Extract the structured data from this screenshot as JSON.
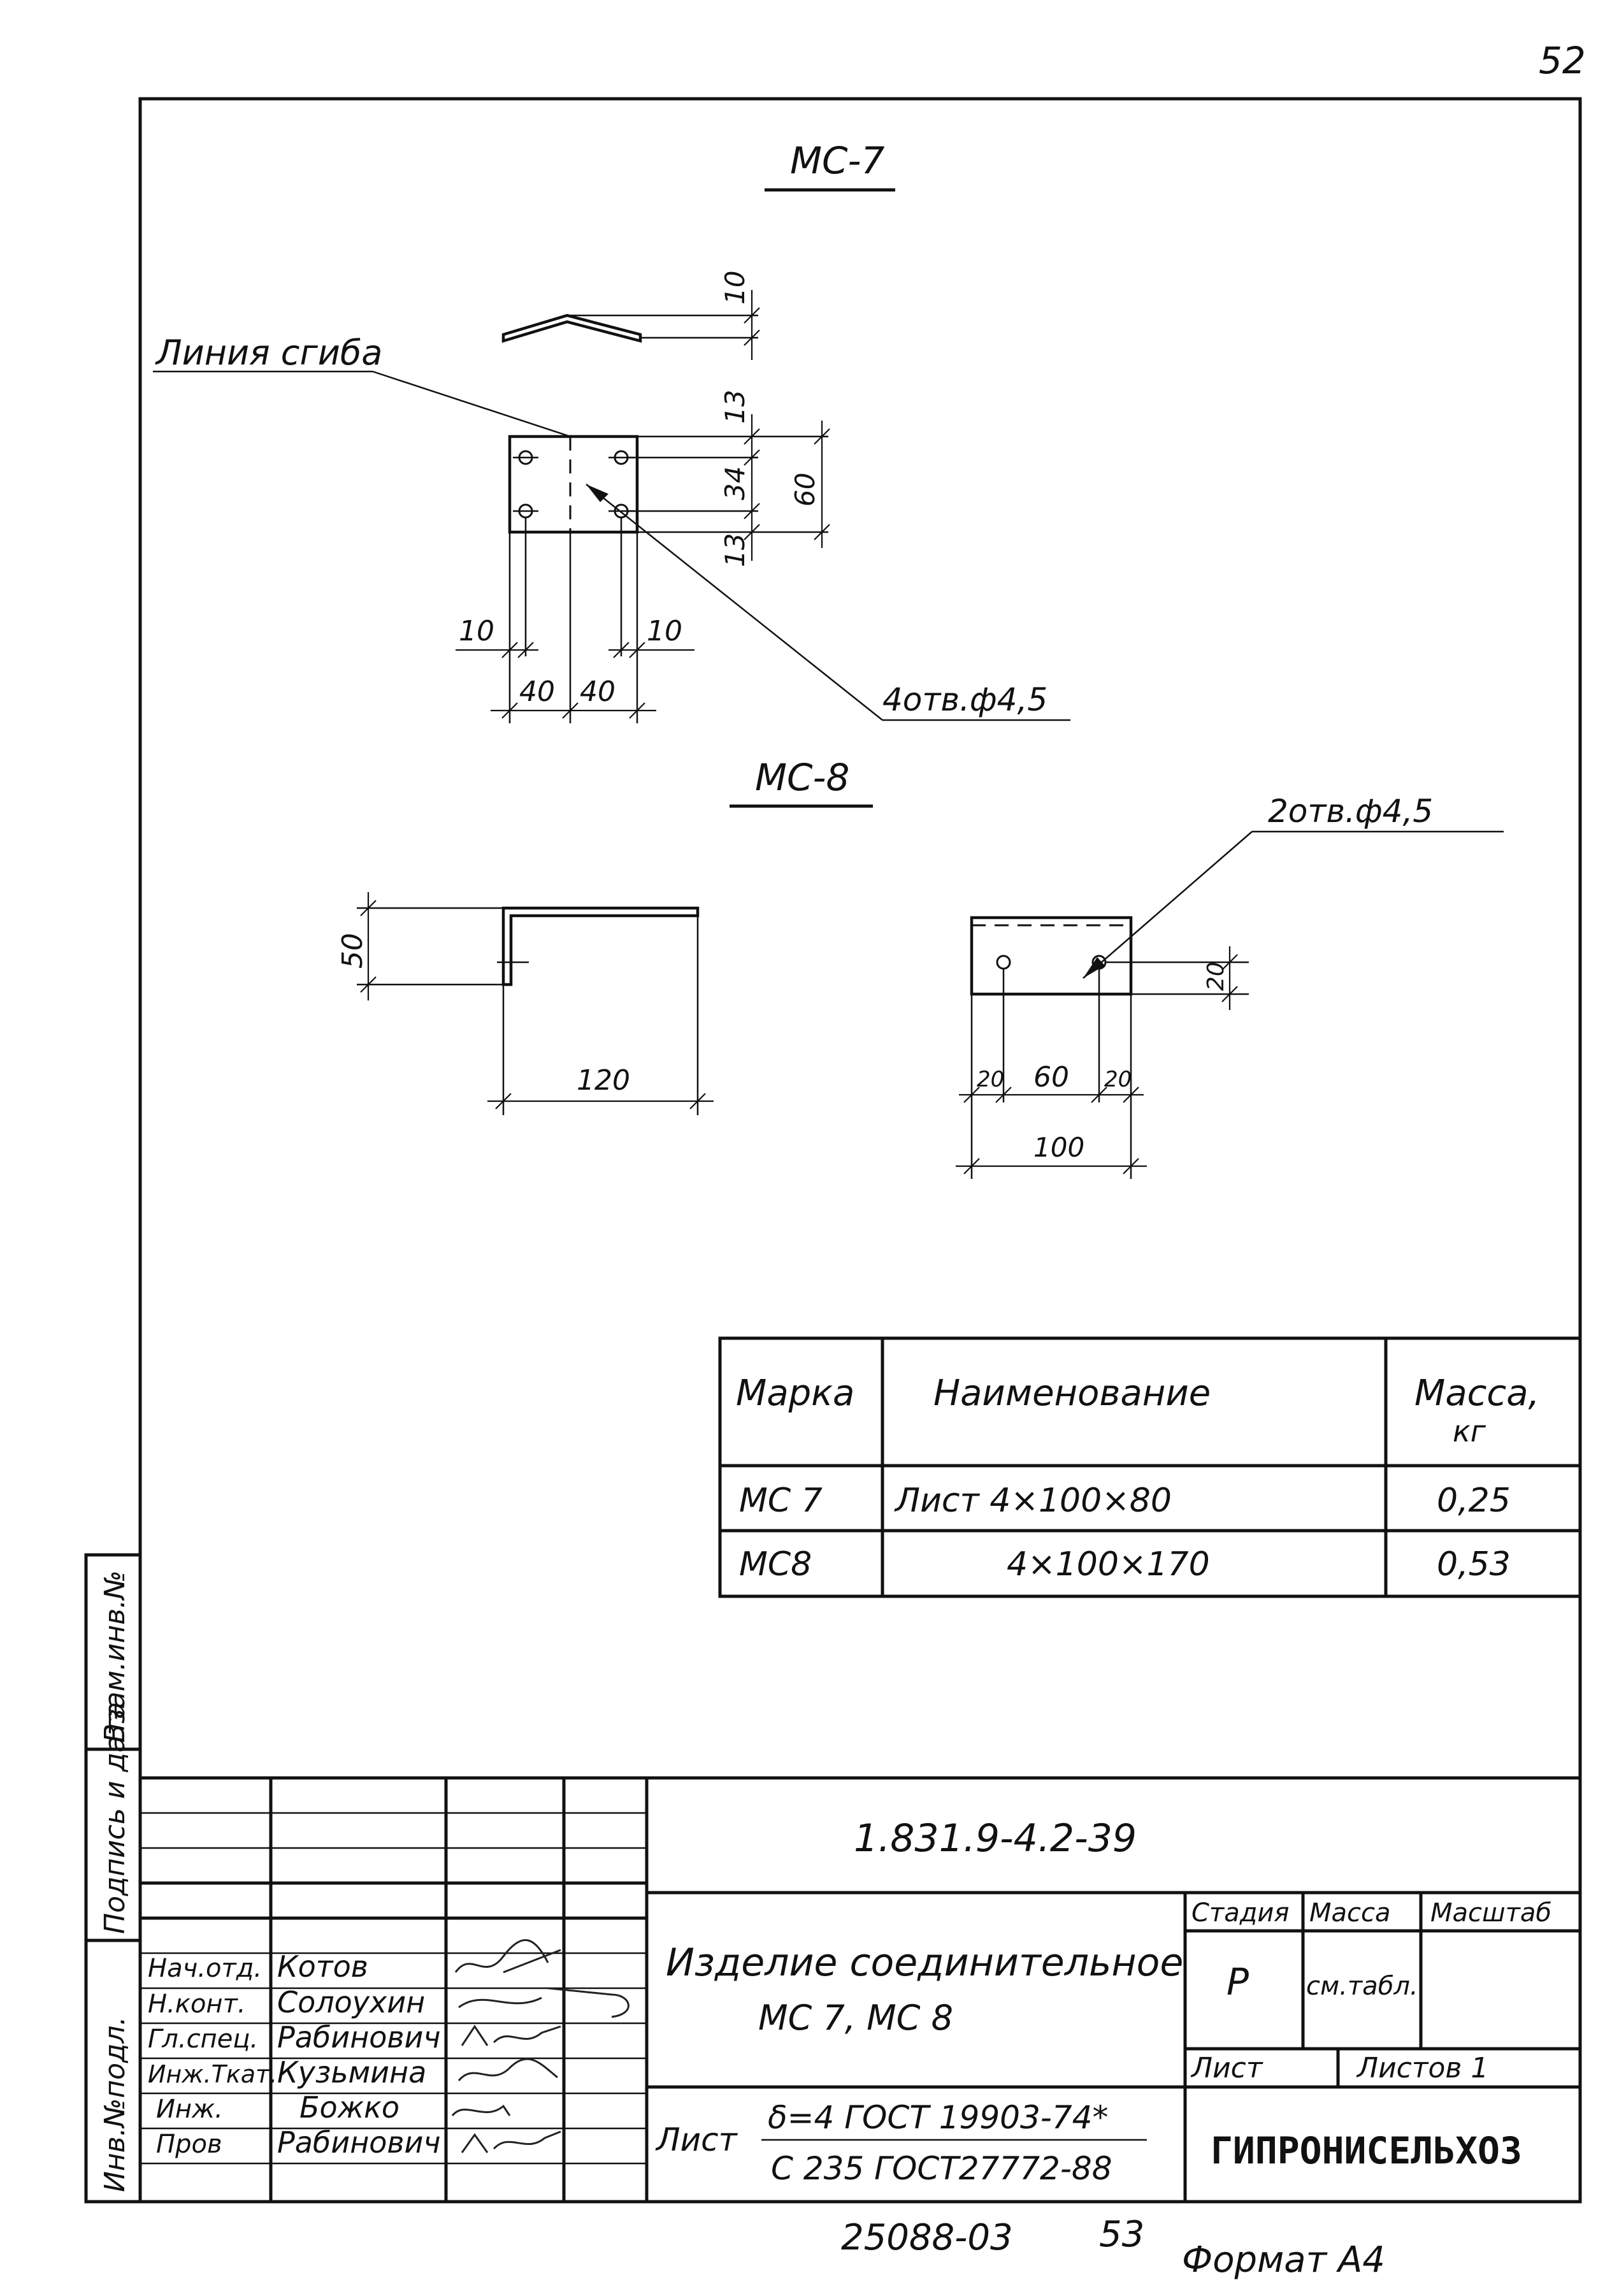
{
  "sheet_number": "52",
  "mc7": {
    "title": "МС-7",
    "bend_line_label": "Линия сгиба",
    "holes_label": "4отв.ф4,5",
    "dims": {
      "bend_height": "10",
      "top_offset": "13",
      "hole_spacing": "34",
      "bottom_offset": "13",
      "total_height": "60",
      "left_edge": "10",
      "right_edge": "10",
      "half_left": "40",
      "half_right": "40"
    }
  },
  "mc8": {
    "title": "МС-8",
    "holes_label": "2отв.ф4,5",
    "dims": {
      "flange_height": "50",
      "length": "120",
      "hole_offset": "20",
      "edge_left": "20",
      "hole_spacing": "60",
      "edge_right": "20",
      "width": "100"
    }
  },
  "spec_table": {
    "headers": [
      "Марка",
      "Наименование",
      "Масса,",
      "кг"
    ],
    "rows": [
      {
        "mark": "МС 7",
        "name": "Лист 4×100×80",
        "mass": "0,25"
      },
      {
        "mark": "МС8",
        "name": "4×100×170",
        "mass": "0,53"
      }
    ]
  },
  "side_stamps": [
    "Взам.инв.№",
    "Подпись и дата",
    "Инв.№подл."
  ],
  "title_block": {
    "document_code": "1.831.9-4.2-39",
    "title_line1": "Изделие соединительное",
    "title_line2": "МС 7, МС 8",
    "stage_label": "Стадия",
    "mass_label": "Масса",
    "scale_label": "Масштаб",
    "stage_value": "Р",
    "mass_value": "см.табл.",
    "sheet_label": "Лист",
    "sheets_label": "Листов 1",
    "organization": "ГИПРОНИСЕЛЬХОЗ",
    "material_prefix": "Лист",
    "material_line1": "δ=4 ГОСТ 19903-74*",
    "material_line2": "С 235 ГОСТ27772-88",
    "people": [
      {
        "role": "Нач.отд.",
        "name": "Котов"
      },
      {
        "role": "Н.конт.",
        "name": "Солоухин"
      },
      {
        "role": "Гл.спец.",
        "name": "Рабинович"
      },
      {
        "role": "Инж.Ткат.",
        "name": "Кузьмина"
      },
      {
        "role": "Инж.",
        "name": "Божко"
      },
      {
        "role": "Пров",
        "name": "Рабинович"
      }
    ]
  },
  "footer": {
    "inventory_number": "25088-03",
    "page": "53",
    "format": "Формат А4"
  }
}
